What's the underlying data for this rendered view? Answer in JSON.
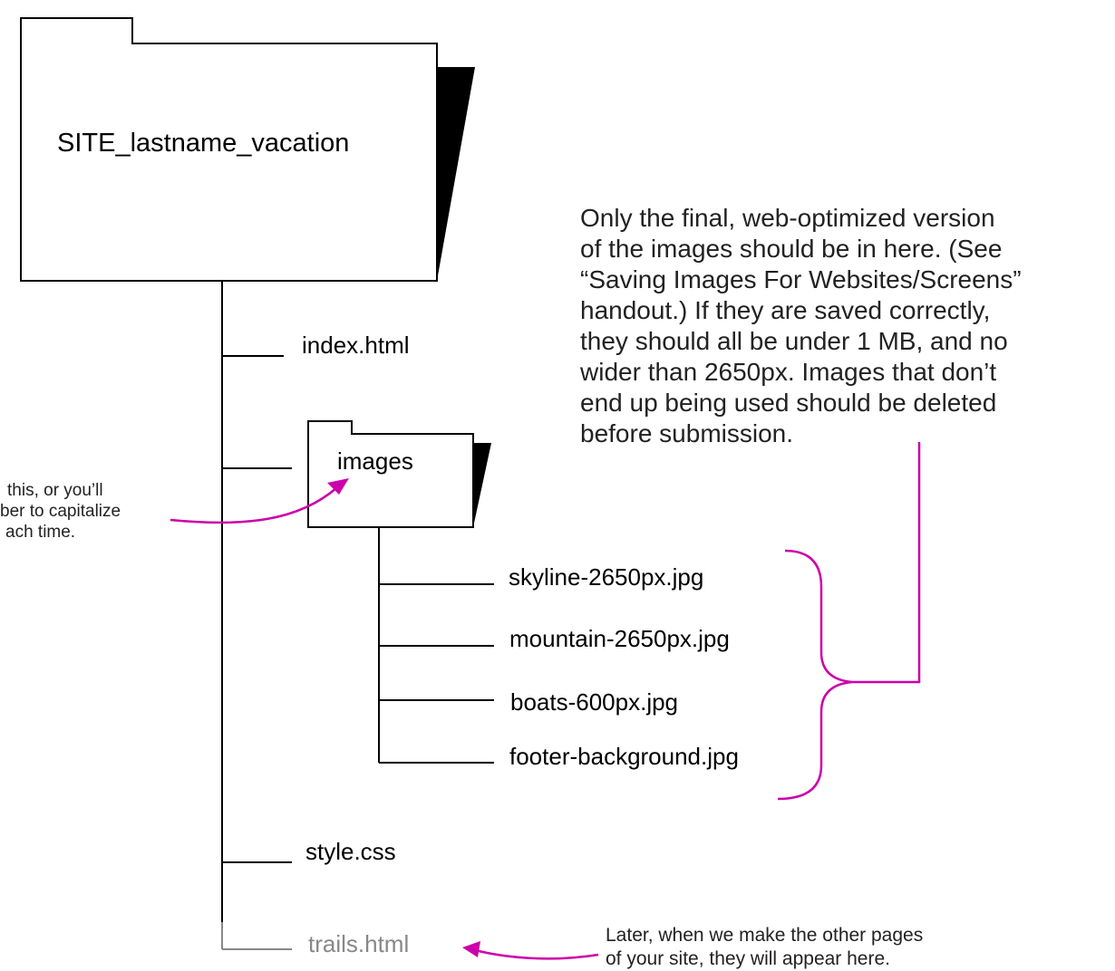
{
  "root_folder": {
    "label": "SITE_lastname_vacation"
  },
  "root_files": {
    "index": "index.html",
    "style": "style.css",
    "trails": "trails.html"
  },
  "images_folder": {
    "label": "images",
    "files": [
      "skyline-2650px.jpg",
      "mountain-2650px.jpg",
      "boats-600px.jpg",
      "footer-background.jpg"
    ]
  },
  "notes": {
    "images_note": [
      "Only the final, web-optimized version",
      "of the images should be in here. (See",
      "“Saving Images For Websites/Screens”",
      "handout.) If they are saved correctly,",
      "they should all be under 1 MB, and no",
      "wider than 2650px. Images that don’t",
      "end up being used should be deleted",
      "before submission."
    ],
    "lowercase_note": [
      "this, or you’ll",
      "ber to capitalize",
      "ach time."
    ],
    "future_pages_note": [
      "Later, when we make the other pages",
      "of your site, they will appear here."
    ]
  },
  "colors": {
    "line": "#000000",
    "annotation": "#cc00aa",
    "future_file": "#888888"
  }
}
